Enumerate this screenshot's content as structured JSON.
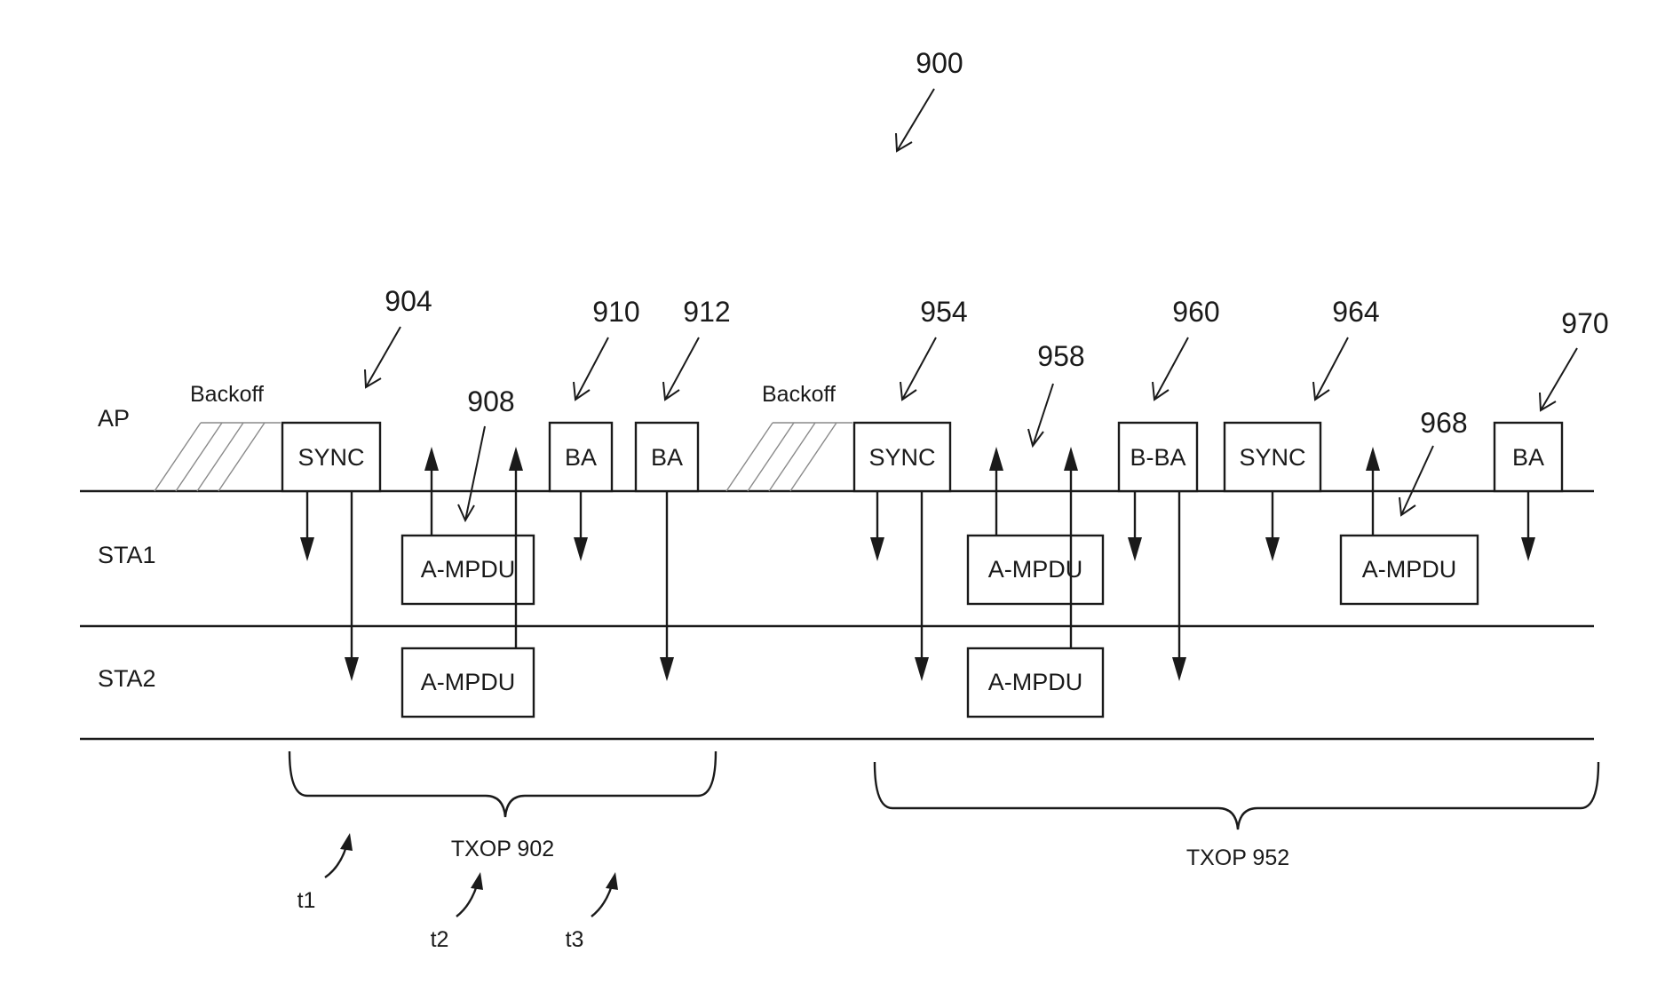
{
  "figure_ref": "900",
  "rows": {
    "ap": "AP",
    "sta1": "STA1",
    "sta2": "STA2"
  },
  "backoff": [
    "Backoff",
    "Backoff"
  ],
  "frames": {
    "sync1": "SYNC",
    "ampdu1_sta1": "A-MPDU",
    "ampdu1_sta2": "A-MPDU",
    "ba1": "BA",
    "ba2": "BA",
    "sync2": "SYNC",
    "ampdu2_sta1": "A-MPDU",
    "ampdu2_sta2": "A-MPDU",
    "bba": "B-BA",
    "sync3": "SYNC",
    "ampdu3_sta1": "A-MPDU",
    "ba3": "BA"
  },
  "refs": {
    "r904": "904",
    "r908": "908",
    "r910": "910",
    "r912": "912",
    "r954": "954",
    "r958": "958",
    "r960": "960",
    "r964": "964",
    "r968": "968",
    "r970": "970"
  },
  "txops": {
    "txop1": "TXOP 902",
    "txop2": "TXOP 952"
  },
  "times": {
    "t1": "t1",
    "t2": "t2",
    "t3": "t3"
  }
}
